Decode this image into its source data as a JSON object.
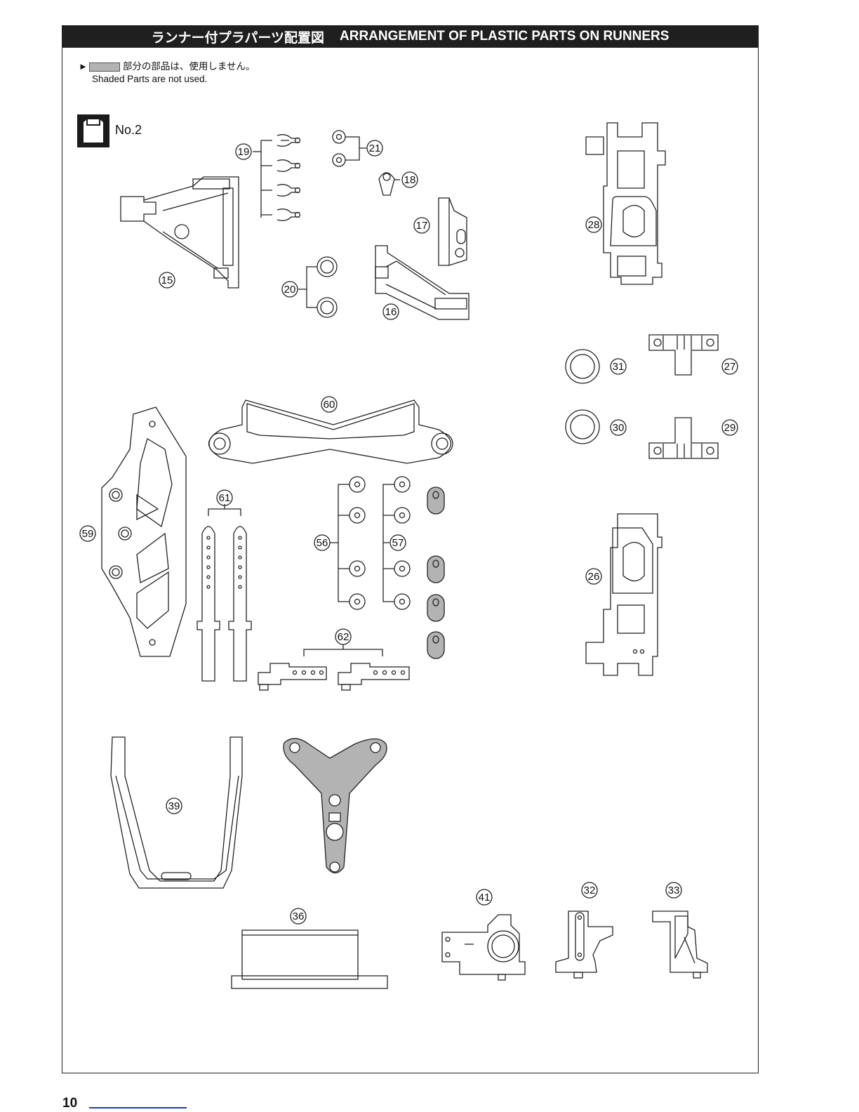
{
  "header": {
    "title_jp": "ランナー付プラパーツ配置図",
    "title_en": "ARRANGEMENT OF PLASTIC PARTS ON RUNNERS"
  },
  "note": {
    "jp": "部分の部品は、使用しません。",
    "en": "Shaded Parts are not used."
  },
  "runner": {
    "label": "No.2",
    "icon": "runner-bag-icon"
  },
  "part_labels": {
    "p15": "15",
    "p16": "16",
    "p17": "17",
    "p18": "18",
    "p19": "19",
    "p20": "20",
    "p21": "21",
    "p26": "26",
    "p27": "27",
    "p28": "28",
    "p29": "29",
    "p30": "30",
    "p31": "31",
    "p32": "32",
    "p33": "33",
    "p36": "36",
    "p39": "39",
    "p41": "41",
    "p56": "56",
    "p57": "57",
    "p59": "59",
    "p60": "60",
    "p61": "61",
    "p62": "62"
  },
  "page_number": "10",
  "colors": {
    "shaded": "#b3b3b3",
    "header_bg": "#1f1f1f",
    "line": "#222222"
  }
}
